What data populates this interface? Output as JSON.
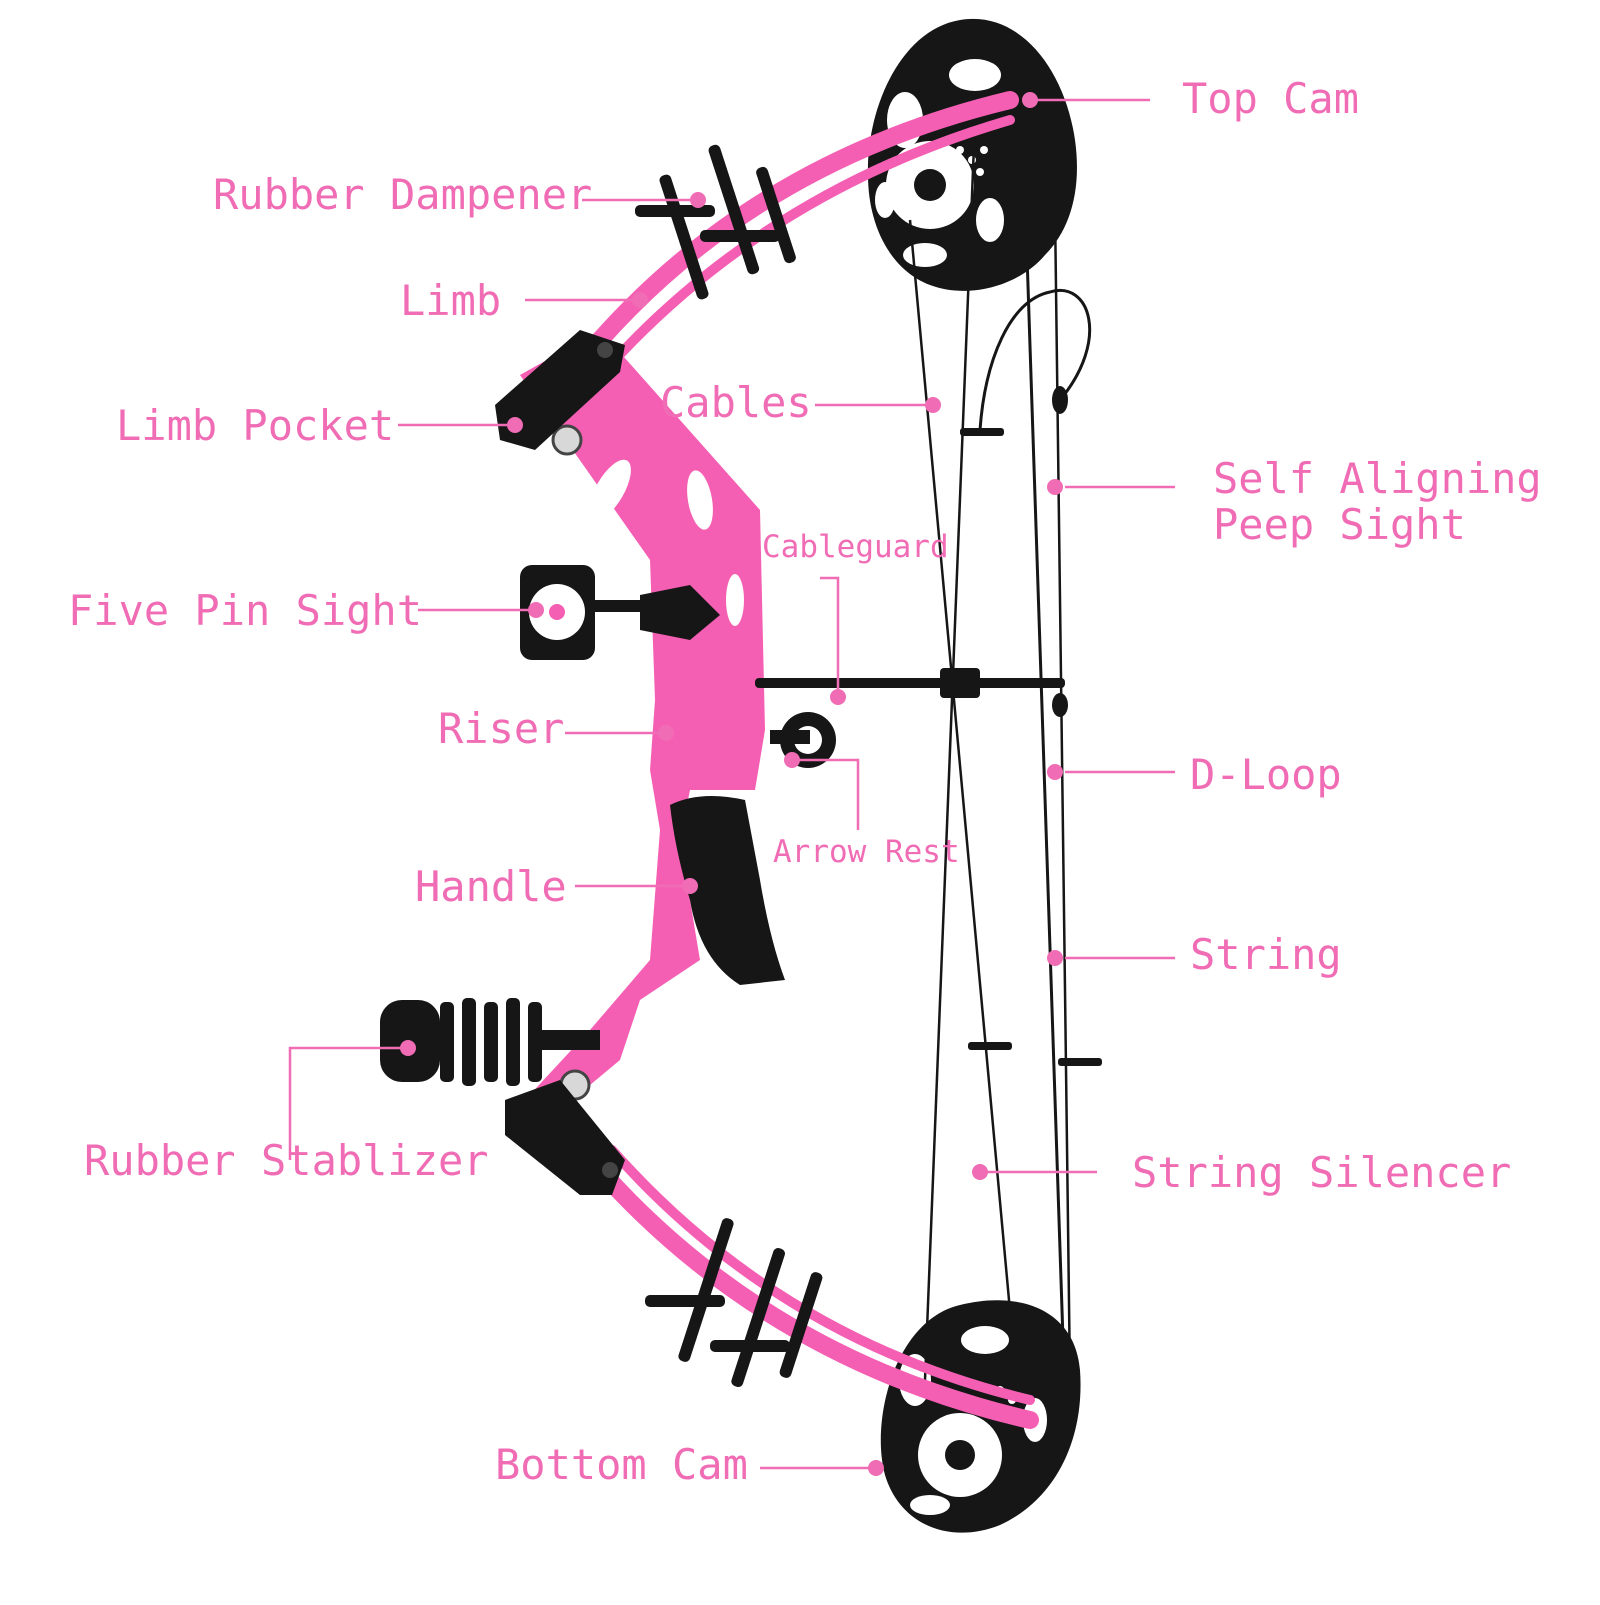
{
  "colors": {
    "accent": "#f06cb4",
    "bow_pink": "#f55fb3",
    "hardware": "#161616"
  },
  "labels": {
    "top_cam": "Top Cam",
    "rubber_dampener": "Rubber Dampener",
    "limb": "Limb",
    "cables": "Cables",
    "limb_pocket": "Limb Pocket",
    "self_aligning_peep_sight": "Self Aligning\nPeep Sight",
    "cableguard": "Cableguard",
    "five_pin_sight": "Five Pin Sight",
    "riser": "Riser",
    "d_loop": "D-Loop",
    "arrow_rest": "Arrow Rest",
    "handle": "Handle",
    "string": "String",
    "rubber_stablizer": "Rubber Stablizer",
    "string_silencer": "String Silencer",
    "bottom_cam": "Bottom Cam"
  }
}
